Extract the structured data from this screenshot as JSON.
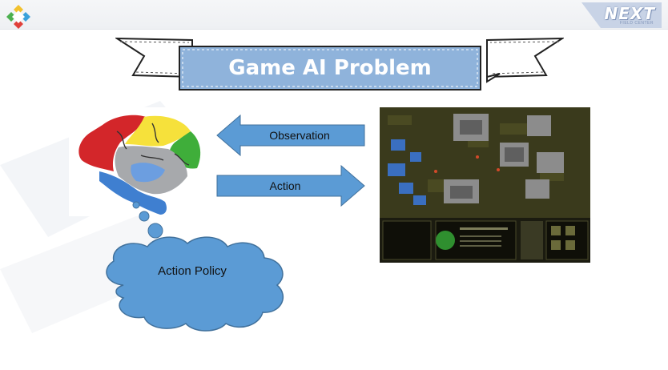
{
  "slide": {
    "title": "Game AI Problem",
    "branding": {
      "logo_word": "NEXT",
      "logo_sub": "FIELD CENTER"
    },
    "diagram": {
      "observation_label": "Observation",
      "action_label": "Action",
      "policy_label": "Action Policy"
    },
    "colors": {
      "banner_fill": "#8fb3db",
      "arrow_fill": "#5b9bd5",
      "cloud_fill": "#5b9bd5",
      "brain_red": "#d3262a",
      "brain_yellow": "#f6e13b",
      "brain_green": "#3fae3a",
      "brain_gray": "#a7a9ac",
      "brain_blue": "#3f7fd0"
    },
    "icons": [
      "brand-diamond-icon",
      "next-logo-icon",
      "brain-icon",
      "game-screenshot-icon"
    ]
  }
}
